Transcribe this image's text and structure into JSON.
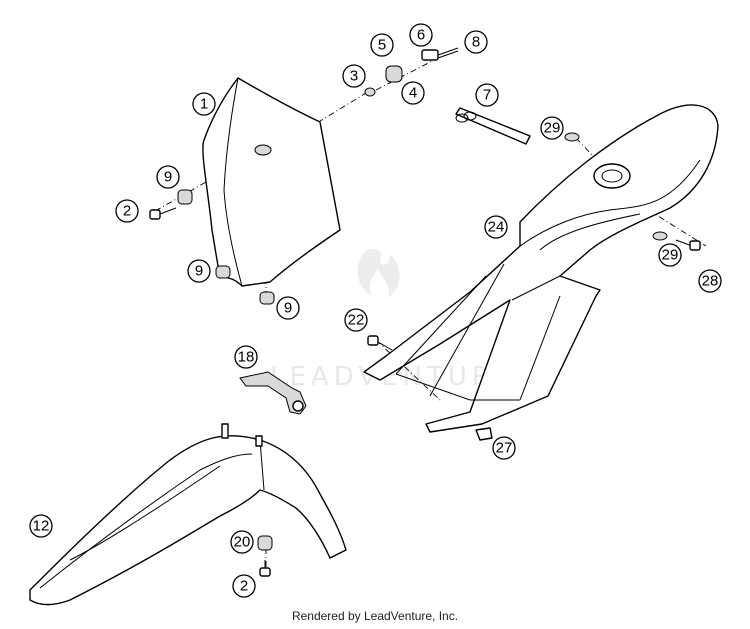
{
  "callouts": [
    {
      "id": "c1",
      "label": "1"
    },
    {
      "id": "c2a",
      "label": "2"
    },
    {
      "id": "c2b",
      "label": "2"
    },
    {
      "id": "c3",
      "label": "3"
    },
    {
      "id": "c4",
      "label": "4"
    },
    {
      "id": "c5",
      "label": "5"
    },
    {
      "id": "c6",
      "label": "6"
    },
    {
      "id": "c7",
      "label": "7"
    },
    {
      "id": "c8",
      "label": "8"
    },
    {
      "id": "c9a",
      "label": "9"
    },
    {
      "id": "c9b",
      "label": "9"
    },
    {
      "id": "c9c",
      "label": "9"
    },
    {
      "id": "c12",
      "label": "12"
    },
    {
      "id": "c18",
      "label": "18"
    },
    {
      "id": "c20",
      "label": "20"
    },
    {
      "id": "c22",
      "label": "22"
    },
    {
      "id": "c24",
      "label": "24"
    },
    {
      "id": "c27",
      "label": "27"
    },
    {
      "id": "c28",
      "label": "28"
    },
    {
      "id": "c29a",
      "label": "29"
    },
    {
      "id": "c29b",
      "label": "29"
    }
  ],
  "watermark": "LEADVENTURE",
  "footer": "Rendered by LeadVenture, Inc."
}
